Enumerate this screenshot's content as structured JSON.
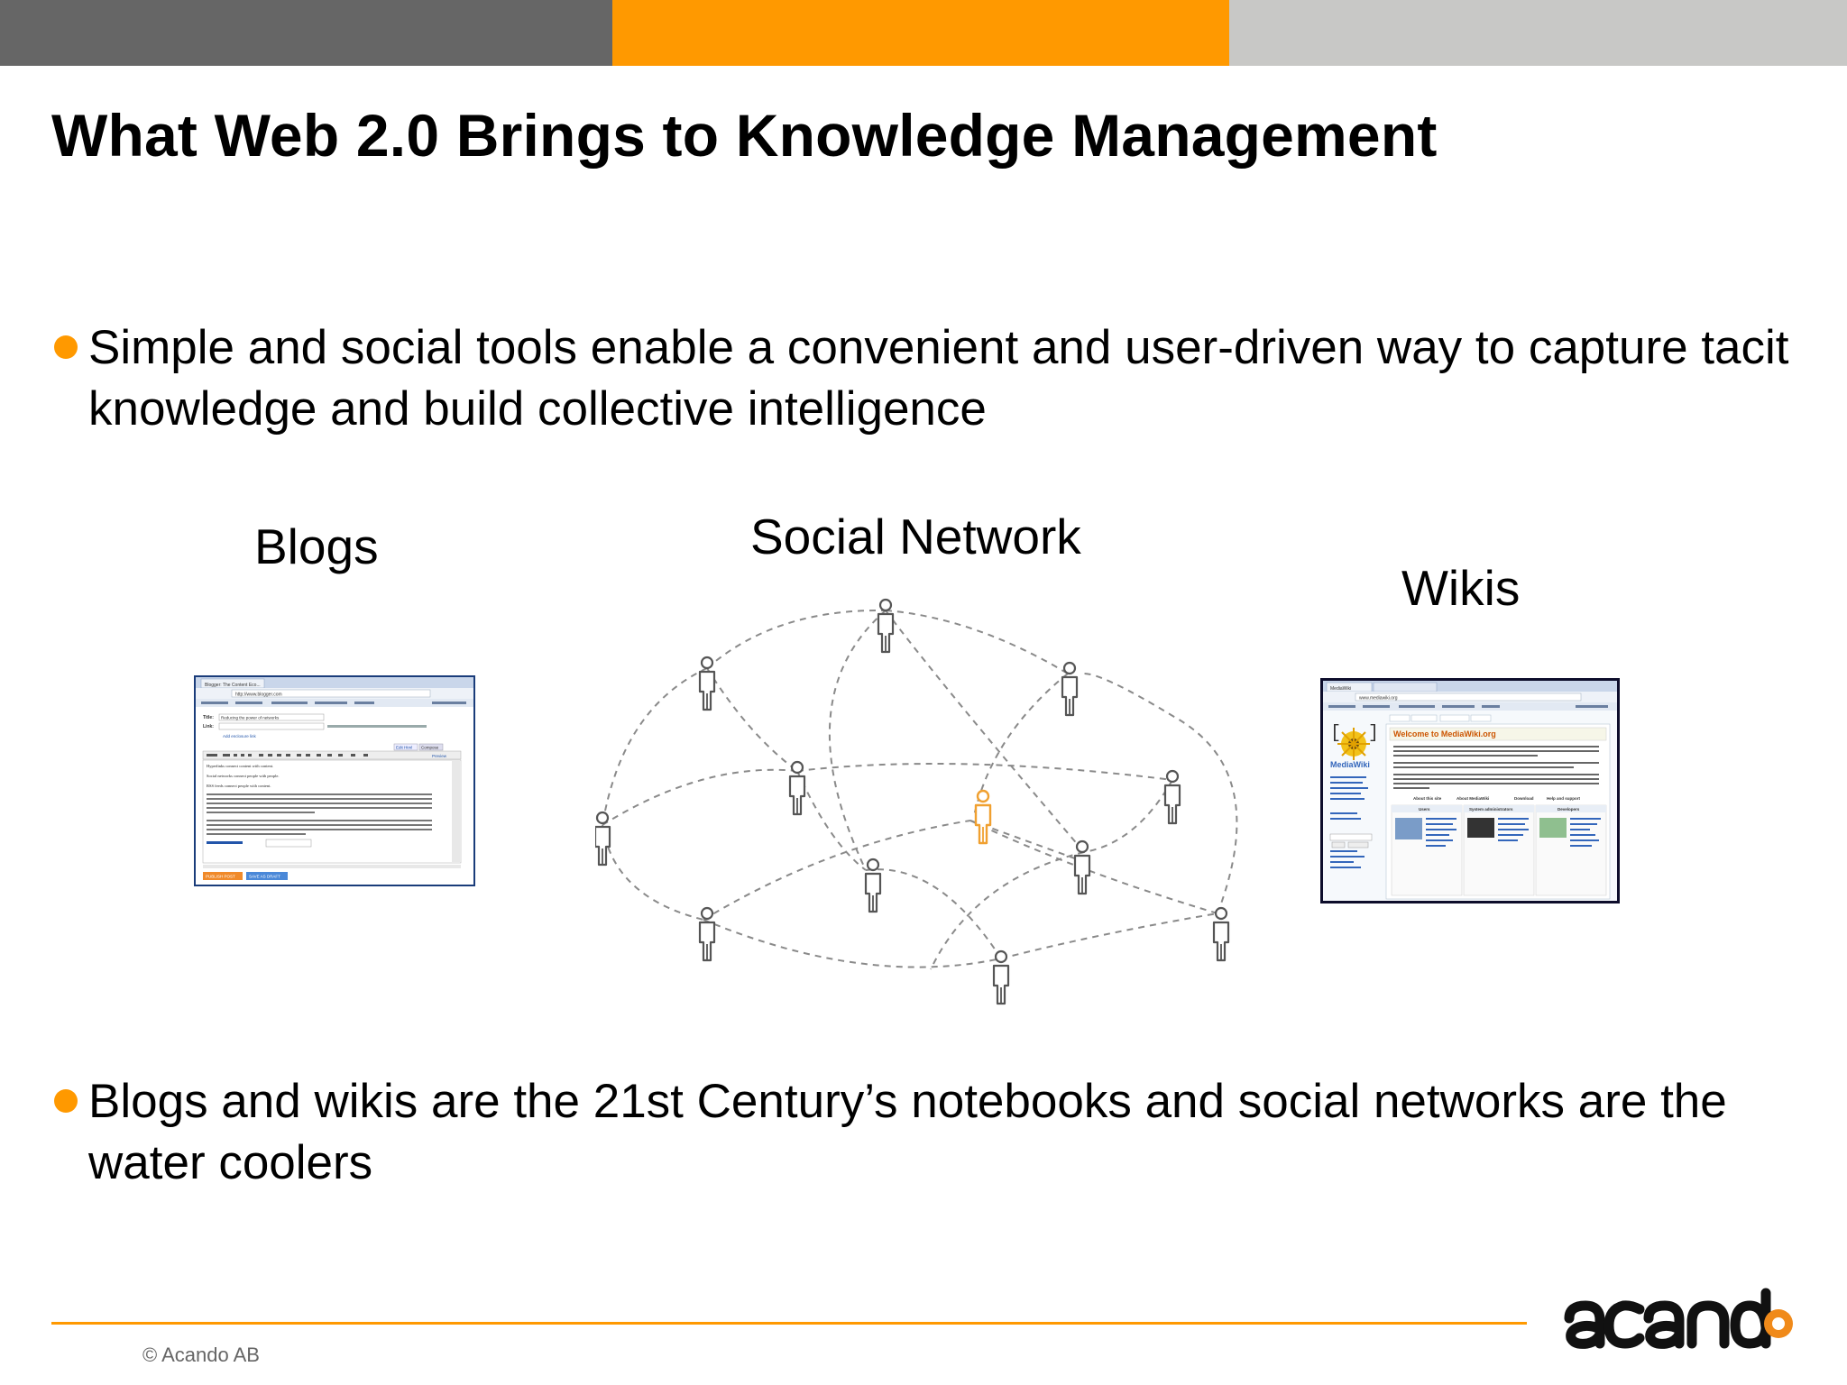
{
  "header": {
    "band_colors": [
      "#666666",
      "#ff9900",
      "#c8c8c6"
    ]
  },
  "slide": {
    "title": "What Web 2.0 Brings to Knowledge Management",
    "bullets": [
      "Simple and social tools enable a convenient and user-driven way to capture tacit knowledge and build collective intelligence",
      "Blogs and wikis are the 21st Century’s notebooks and social networks are the water coolers"
    ],
    "labels": {
      "blogs": "Blogs",
      "social": "Social Network",
      "wikis": "Wikis"
    },
    "blog_screenshot": {
      "tab": "Blogger: The Content Eco...",
      "url": "http://www.blogger.com",
      "title_label": "Title:",
      "title_value": "Reducing the power of networks",
      "link_label": "Link:",
      "add_enclosure": "Add enclosure link",
      "compose": "Compose",
      "edit_html": "Edit Html",
      "preview": "Preview",
      "body_lines": [
        "Hyperlinks connect content with content.",
        "Social networks connect people with people.",
        "RSS feeds connect people with content."
      ],
      "publish": "PUBLISH POST",
      "save": "SAVE AS DRAFT"
    },
    "wiki_screenshot": {
      "tab": "MediaWiki",
      "url": "www.mediawiki.org",
      "logo_text": "MediaWiki",
      "welcome": "Welcome to MediaWiki.org",
      "about": "About this site",
      "about_mw": "About MediaWiki",
      "download": "Download",
      "help": "Help and support",
      "col_users": "Users",
      "col_sysadmin": "System administrators",
      "col_dev": "Developers"
    },
    "network_accent_color": "#f0a030",
    "footer": {
      "copyright": "© Acando AB",
      "logo": "acando",
      "line_color": "#ff9900"
    }
  }
}
